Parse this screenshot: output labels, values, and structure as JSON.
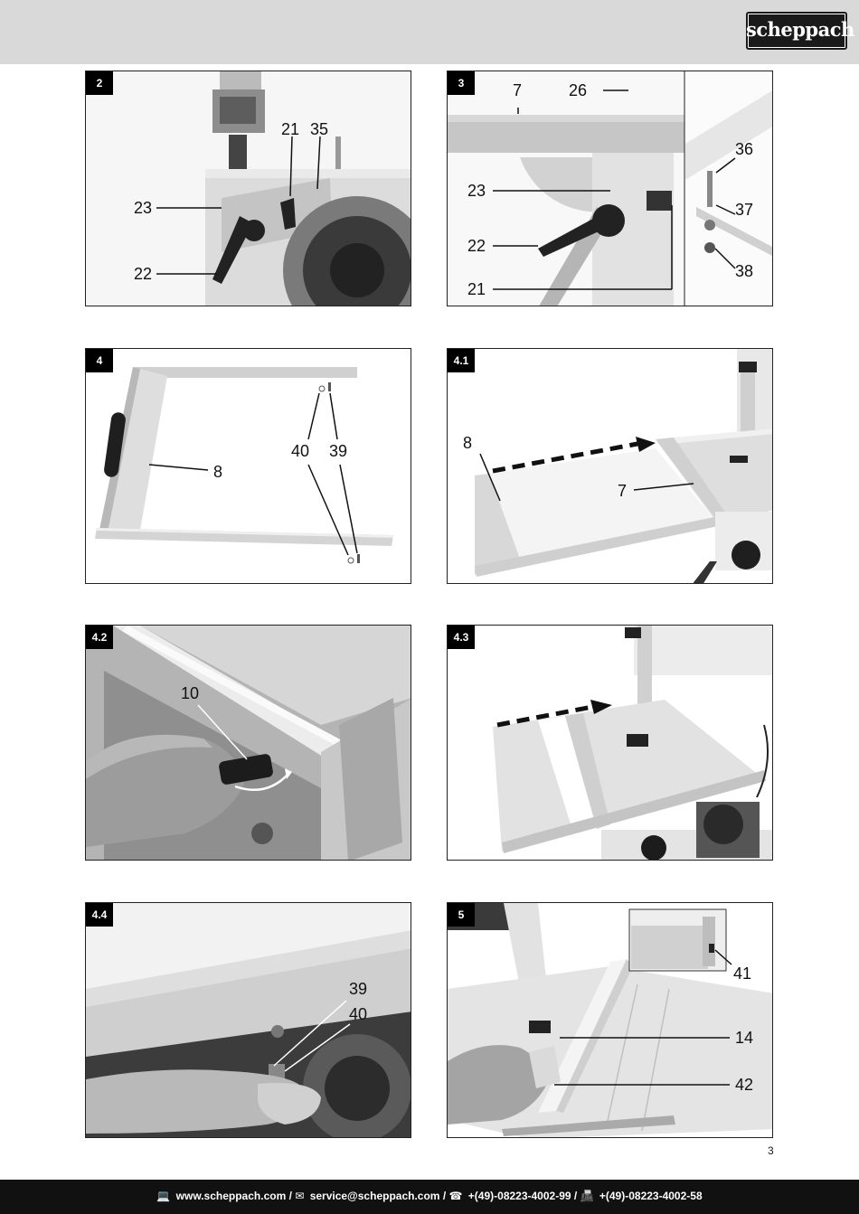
{
  "brand": {
    "logo_text": "scheppach"
  },
  "page_number": "3",
  "footer": {
    "web_icon": "computer-icon",
    "website": "www.scheppach.com",
    "mail_icon": "envelope-icon",
    "email": "service@scheppach.com",
    "phone_icon": "telephone-icon",
    "phone": "+(49)-08223-4002-99",
    "fax_icon": "fax-icon",
    "fax": "+(49)-08223-4002-58",
    "separator": "/"
  },
  "figures": [
    {
      "id": "fig-2",
      "tag": "2",
      "labels": [
        "23",
        "22",
        "21",
        "35"
      ]
    },
    {
      "id": "fig-3",
      "tag": "3",
      "labels": [
        "7",
        "26",
        "23",
        "22",
        "21",
        "36",
        "37",
        "38"
      ]
    },
    {
      "id": "fig-4",
      "tag": "4",
      "labels": [
        "8",
        "40",
        "39"
      ]
    },
    {
      "id": "fig-4-1",
      "tag": "4.1",
      "labels": [
        "8",
        "7"
      ]
    },
    {
      "id": "fig-4-2",
      "tag": "4.2",
      "labels": [
        "10"
      ]
    },
    {
      "id": "fig-4-3",
      "tag": "4.3",
      "labels": []
    },
    {
      "id": "fig-4-4",
      "tag": "4.4",
      "labels": [
        "39",
        "40"
      ]
    },
    {
      "id": "fig-5",
      "tag": "5",
      "labels": [
        "41",
        "14",
        "42"
      ]
    }
  ]
}
